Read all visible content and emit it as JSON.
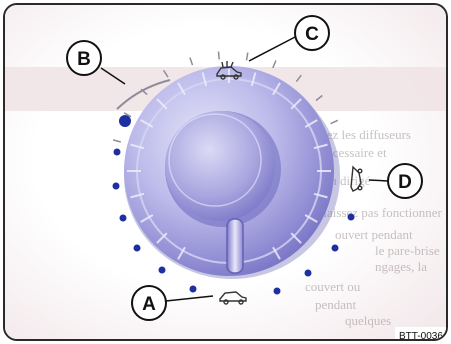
{
  "figure": {
    "code": "BTT-0036",
    "callouts": [
      {
        "id": "A",
        "label": "A"
      },
      {
        "id": "B",
        "label": "B"
      },
      {
        "id": "C",
        "label": "C"
      },
      {
        "id": "D",
        "label": "D"
      }
    ],
    "background_text_lines": [
      "Ouvrez les diffuseurs",
      "ue nécessaire et",
      "cation dirigé",
      "Ne laissez pas fonctionner",
      "ouvert pendant",
      "le pare-brise",
      "ngages, la",
      "couvert ou",
      "pendant",
      "quelques"
    ],
    "colors": {
      "knob_fill": "#b9b7e8",
      "knob_dark": "#6f6cc2",
      "dot": "#1e2fa0",
      "band": "#e7d8dc",
      "background_text": "#9b8f90"
    }
  }
}
